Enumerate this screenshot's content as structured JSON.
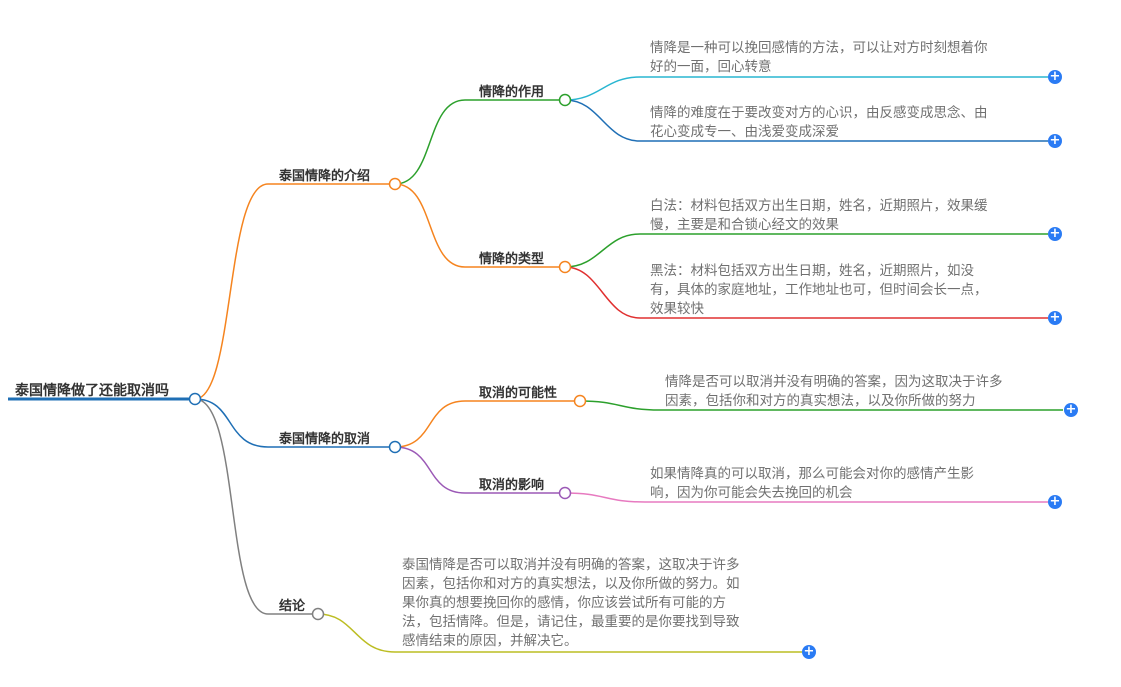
{
  "root": {
    "label": "泰国情降做了还能取消吗"
  },
  "branches": [
    {
      "label": "泰国情降的介绍",
      "color": "#f5841f",
      "children": [
        {
          "label": "情降的作用",
          "color": "#2ca02c",
          "leaves": [
            {
              "text": "情降是一种可以挽回感情的方法，可以让对方时刻想着你\n好的一面，回心转意",
              "color": "#29b6d1"
            },
            {
              "text": "情降的难度在于要改变对方的心识，由反感变成思念、由\n花心变成专一、由浅爱变成深爱",
              "color": "#1f6fb5"
            }
          ]
        },
        {
          "label": "情降的类型",
          "color": "#f5841f",
          "leaves": [
            {
              "text": "白法：材料包括双方出生日期，姓名，近期照片，效果缓\n慢，主要是和合锁心经文的效果",
              "color": "#2ca02c"
            },
            {
              "text": "黑法：材料包括双方出生日期，姓名，近期照片，如没\n有，具体的家庭地址，工作地址也可，但时间会长一点，\n效果较快",
              "color": "#e03030"
            }
          ]
        }
      ]
    },
    {
      "label": "泰国情降的取消",
      "color": "#1f6fb5",
      "children": [
        {
          "label": "取消的可能性",
          "color": "#f5841f",
          "leaves": [
            {
              "text": "情降是否可以取消并没有明确的答案，因为这取决于许多\n因素，包括你和对方的真实想法，以及你所做的努力",
              "color": "#2ca02c"
            }
          ]
        },
        {
          "label": "取消的影响",
          "color": "#9b59b6",
          "leaves": [
            {
              "text": "如果情降真的可以取消，那么可能会对你的感情产生影\n响，因为你可能会失去挽回的机会",
              "color": "#e77ac0"
            }
          ]
        }
      ]
    },
    {
      "label": "结论",
      "color": "#808080",
      "leaves": [
        {
          "text": "泰国情降是否可以取消并没有明确的答案，这取决于许多\n因素，包括你和对方的真实想法，以及你所做的努力。如\n果你真的想要挽回你的感情，你应该尝试所有可能的方\n法，包括情降。但是，请记住，最重要的是你要找到导致\n感情结束的原因，并解决它。",
          "color": "#bcbd22"
        }
      ]
    }
  ],
  "icons": {
    "expand": "plus-circle-icon",
    "expand_glyph": "+"
  }
}
